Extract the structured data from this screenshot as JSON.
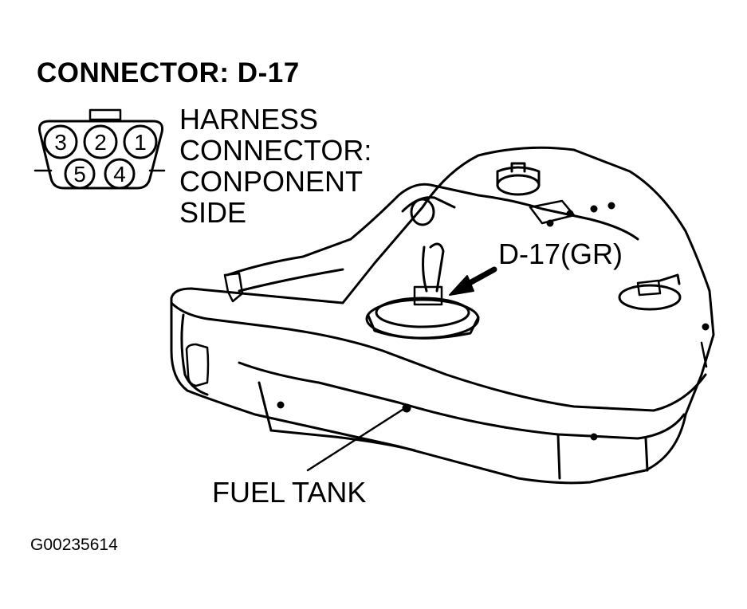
{
  "connector": {
    "title": "CONNECTOR: D-17",
    "pins_top": [
      "3",
      "2",
      "1"
    ],
    "pins_bottom": [
      "5",
      "4"
    ]
  },
  "harness_label": {
    "line1": "HARNESS",
    "line2": "CONNECTOR:",
    "line3": "CONPONENT",
    "line4": "SIDE"
  },
  "callouts": {
    "connector_location": "D-17(GR)",
    "fuel_tank": "FUEL TANK"
  },
  "figure_id": "G00235614"
}
